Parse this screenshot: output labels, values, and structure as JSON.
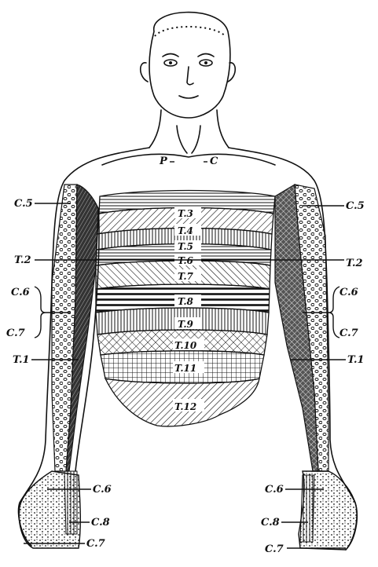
{
  "figure": {
    "neck_labels": [
      "P",
      "C"
    ],
    "trunk_segments": [
      "T.3",
      "T.4",
      "T.5",
      "T.6",
      "T.7",
      "T.8",
      "T.9",
      "T.10",
      "T.11",
      "T.12"
    ],
    "left_labels": {
      "c5": "C.5",
      "t2": "T.2",
      "c6": "C.6",
      "c7": "C.7",
      "t1": "T.1",
      "hand_c6": "C.6",
      "hand_c8": "C.8",
      "hand_c7": "C.7"
    },
    "right_labels": {
      "c5": "C.5",
      "t2": "T.2",
      "c6": "C.6",
      "c7": "C.7",
      "t1": "T.1",
      "hand_c6": "C.6",
      "hand_c8": "C.8",
      "hand_c7": "C.7"
    }
  }
}
